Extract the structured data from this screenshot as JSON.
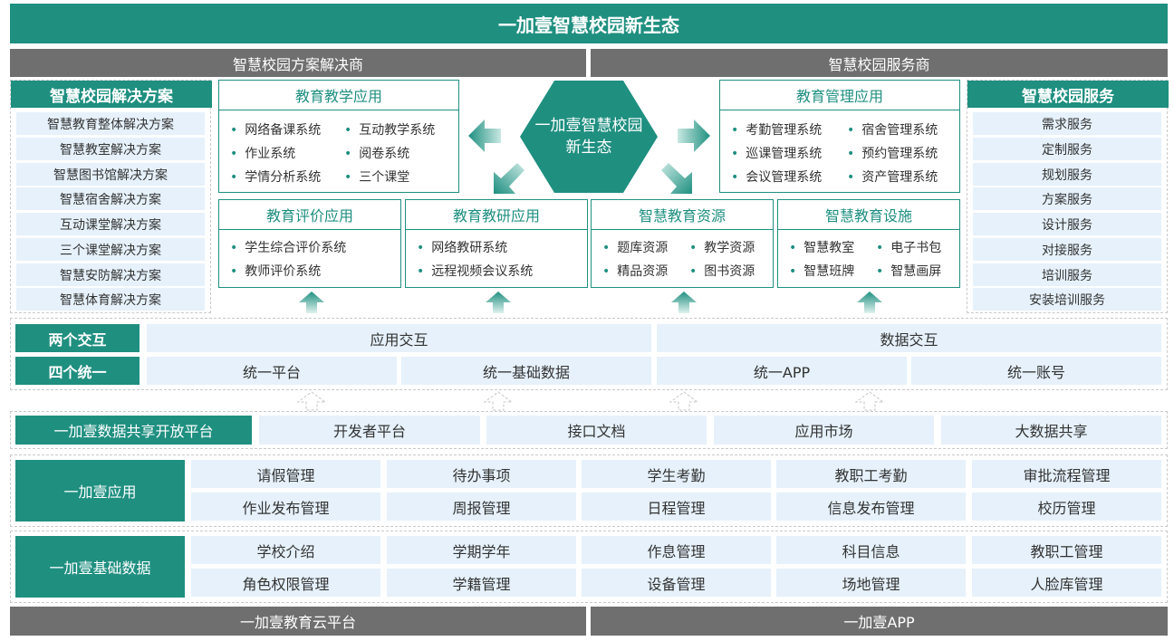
{
  "title": "一加壹智慧校园新生态",
  "left_header": "智慧校园方案解决商",
  "right_header": "智慧校园服务商",
  "solutions": {
    "title": "智慧校园解决方案",
    "items": [
      "智慧教育整体解决方案",
      "智慧教室解决方案",
      "智慧图书馆解决方案",
      "智慧宿舍解决方案",
      "互动课堂解决方案",
      "三个课堂解决方案",
      "智慧安防解决方案",
      "智慧体育解决方案"
    ]
  },
  "services": {
    "title": "智慧校园服务",
    "items": [
      "需求服务",
      "定制服务",
      "规划服务",
      "方案服务",
      "设计服务",
      "对接服务",
      "培训服务",
      "安装培训服务"
    ]
  },
  "center_hex": {
    "line1": "一加壹智慧校园",
    "line2": "新生态"
  },
  "teaching_app": {
    "title": "教育教学应用",
    "items": [
      "网络备课系统",
      "互动教学系统",
      "作业系统",
      "阅卷系统",
      "学情分析系统",
      "三个课堂"
    ]
  },
  "management_app": {
    "title": "教育管理应用",
    "items": [
      "考勤管理系统",
      "宿舍管理系统",
      "巡课管理系统",
      "预约管理系统",
      "会议管理系统",
      "资产管理系统"
    ]
  },
  "evaluation_app": {
    "title": "教育评价应用",
    "items": [
      "学生综合评价系统",
      "教师评价系统"
    ]
  },
  "research_app": {
    "title": "教育教研应用",
    "items": [
      "网络教研系统",
      "远程视频会议系统"
    ]
  },
  "resources": {
    "title": "智慧教育资源",
    "items": [
      "题库资源",
      "教学资源",
      "精品资源",
      "图书资源"
    ]
  },
  "facilities": {
    "title": "智慧教育设施",
    "items": [
      "智慧教室",
      "电子书包",
      "智慧班牌",
      "智慧画屏"
    ]
  },
  "interaction": {
    "label": "两个交互",
    "items": [
      "应用交互",
      "数据交互"
    ]
  },
  "unification": {
    "label": "四个统一",
    "items": [
      "统一平台",
      "统一基础数据",
      "统一APP",
      "统一账号"
    ]
  },
  "open_platform": {
    "label": "一加壹数据共享开放平台",
    "items": [
      "开发者平台",
      "接口文档",
      "应用市场",
      "大数据共享"
    ]
  },
  "apps": {
    "label": "一加壹应用",
    "items": [
      "请假管理",
      "待办事项",
      "学生考勤",
      "教职工考勤",
      "审批流程管理",
      "作业发布管理",
      "周报管理",
      "日程管理",
      "信息发布管理",
      "校历管理"
    ]
  },
  "base_data": {
    "label": "一加壹基础数据",
    "items": [
      "学校介绍",
      "学期学年",
      "作息管理",
      "科目信息",
      "教职工管理",
      "角色权限管理",
      "学籍管理",
      "设备管理",
      "场地管理",
      "人脸库管理"
    ]
  },
  "footer": {
    "left": "一加壹教育云平台",
    "right": "一加壹APP"
  },
  "colors": {
    "accent": "#1f8f80",
    "header_gray": "#6f6f6f",
    "cell_blue": "#e6f1fb"
  }
}
